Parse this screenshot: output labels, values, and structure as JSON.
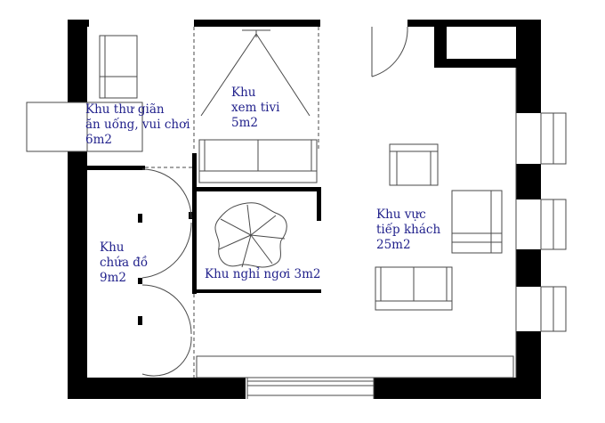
{
  "zones": {
    "relax": {
      "lines": [
        "Khu thư giãn",
        "ăn uống, vui chơi",
        "6m2"
      ]
    },
    "tv": {
      "lines": [
        "Khu",
        "xem tivi",
        "5m2"
      ]
    },
    "reception": {
      "lines": [
        "Khu vực",
        "tiếp khách",
        "25m2"
      ]
    },
    "storage": {
      "lines": [
        "Khu",
        "chứa đồ",
        "9m2"
      ]
    },
    "rest": {
      "lines": [
        "Khu nghỉ ngơi 3m2"
      ]
    }
  },
  "colors": {
    "wall": "#000000",
    "line": "#4a4a4a",
    "label": "#22228c"
  }
}
